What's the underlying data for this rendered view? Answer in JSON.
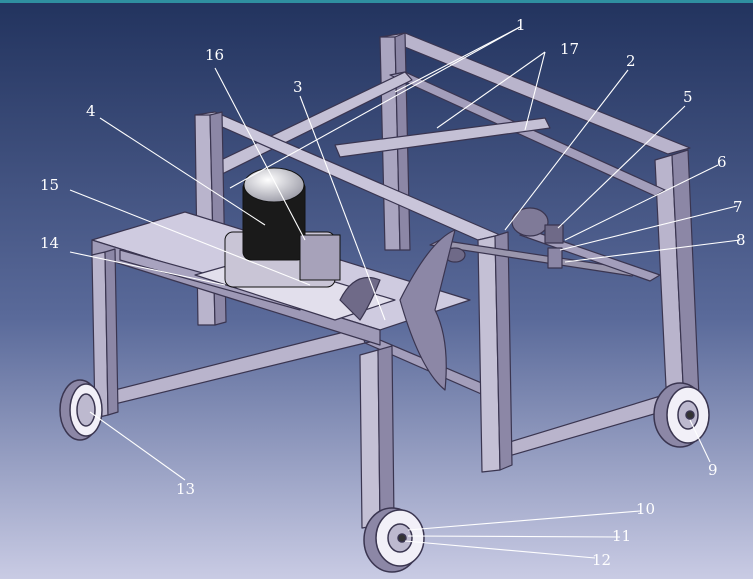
{
  "background": {
    "top_color": "#22335e",
    "mid_color": "#5a6a9a",
    "bottom_color": "#c9cbe4",
    "frame_edge_color": "#2f8fa0"
  },
  "colors": {
    "frame": "#b9b4cc",
    "frame_dark": "#8c87a6",
    "frame_edge": "#3a3550",
    "motor_body": "#1a1a1a",
    "motor_cap": "#d8d8de",
    "leader_line": "#ffffff",
    "label_text": "#ffffff"
  },
  "callouts": {
    "c1": "1",
    "c2": "2",
    "c3": "3",
    "c4": "4",
    "c5": "5",
    "c6": "6",
    "c7": "7",
    "c8": "8",
    "c9": "9",
    "c10": "10",
    "c11": "11",
    "c12": "12",
    "c13": "13",
    "c14": "14",
    "c15": "15",
    "c16": "16",
    "c17": "17"
  }
}
